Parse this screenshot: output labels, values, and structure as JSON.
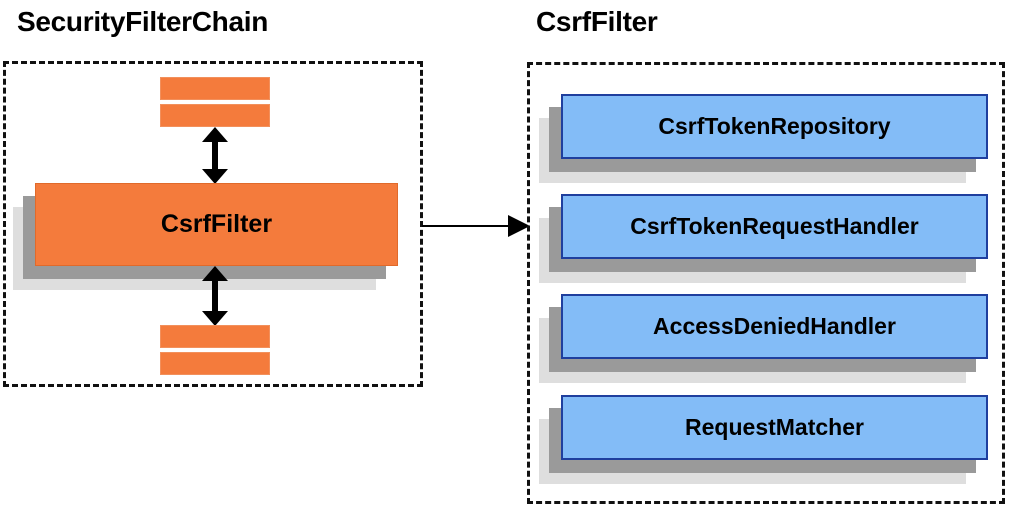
{
  "diagram": {
    "title_left": "SecurityFilterChain",
    "title_right": "CsrfFilter",
    "colors": {
      "orange_fill": "#F47B3C",
      "orange_border": "#E06A2B",
      "blue_fill": "#83BCF7",
      "blue_border": "#1F3F9E",
      "shadow_near": "#9A9A9A",
      "shadow_far": "#DEDEDE",
      "outline": "#111111",
      "text": "#000000"
    },
    "left_panel": {
      "label": "SecurityFilterChain",
      "focus_node": {
        "label": "CsrfFilter"
      },
      "unlabeled_filters_above": 2,
      "unlabeled_filters_below": 2,
      "arrow_above": {
        "kind": "double-headed-vertical"
      },
      "arrow_below": {
        "kind": "double-headed-vertical"
      }
    },
    "link_arrow": {
      "kind": "single-headed-horizontal",
      "from": "CsrfFilter",
      "to": "CsrfFilter details"
    },
    "right_panel": {
      "label": "CsrfFilter",
      "collaborators": [
        {
          "label": "CsrfTokenRepository"
        },
        {
          "label": "CsrfTokenRequestHandler"
        },
        {
          "label": "AccessDeniedHandler"
        },
        {
          "label": "RequestMatcher"
        }
      ]
    }
  }
}
